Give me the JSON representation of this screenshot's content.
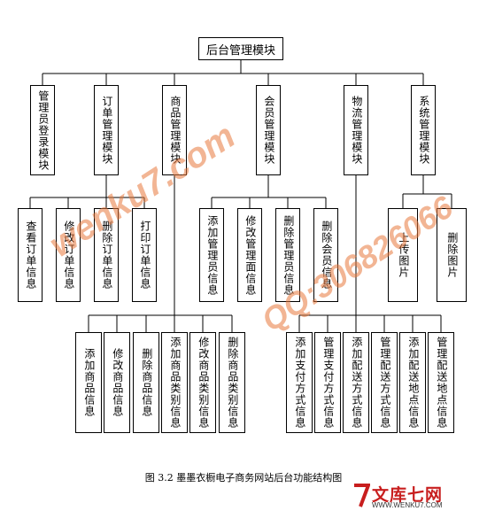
{
  "root": {
    "label": "后台管理模块"
  },
  "level1": [
    {
      "label": "管理员登录模块"
    },
    {
      "label": "订单管理模块"
    },
    {
      "label": "商品管理模块"
    },
    {
      "label": "会员管理模块"
    },
    {
      "label": "物流管理模块"
    },
    {
      "label": "系统管理模块"
    }
  ],
  "order": [
    "查看订单信息",
    "修改订单信息",
    "删除订单信息",
    "打印订单信息"
  ],
  "member": [
    "添加管理员信息",
    "修改管理面信息",
    "删除管理员信息",
    "删除会员信息"
  ],
  "system": [
    "上传图片",
    "删除图片"
  ],
  "goods": [
    "添加商品信息",
    "修改商品信息",
    "删除商品信息",
    "添加商品类别信息",
    "修改商品类别信息",
    "删除商品类别信息"
  ],
  "logistics": [
    "添加支付方式信息",
    "管理支付方式信息",
    "添加配送方式信息",
    "管理配送方式信息",
    "添加配送地点信息",
    "管理配送地点信息"
  ],
  "caption": "图 3.2 墨墨衣橱电子商务网站后台功能结构图",
  "watermarks": {
    "left": "wenku7.com",
    "right": "QQ:306826066"
  },
  "logo": {
    "text": "文库七网",
    "url": "WWW.WENKU7.COM"
  },
  "colors": {
    "line": "#000000",
    "watermark": "#e8783c",
    "logo": "#c81e1e"
  }
}
